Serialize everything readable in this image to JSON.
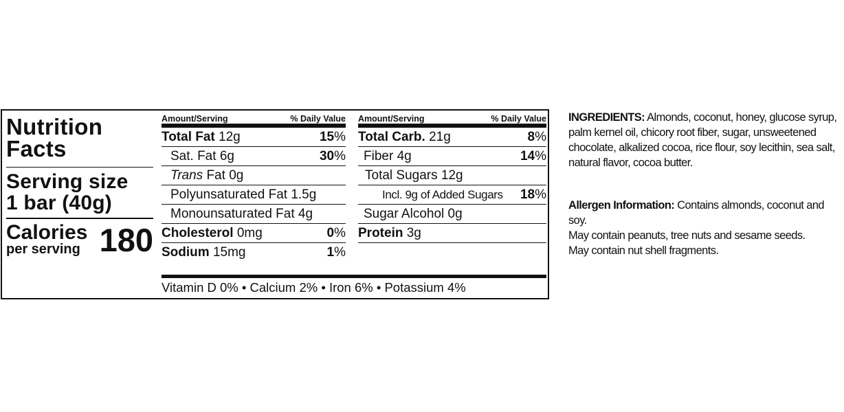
{
  "label": {
    "title_line1": "Nutrition",
    "title_line2": "Facts",
    "serving_label": "Serving size",
    "serving_value": "1 bar (40g)",
    "calories_label": "Calories",
    "calories_sub": "per serving",
    "calories_value": "180",
    "left_col": {
      "hdr_amount": "Amount/Serving",
      "hdr_dv": "% Daily Value",
      "rows": [
        {
          "name": "Total Fat",
          "amount": "12g",
          "dv": "15",
          "pct_sign": "%"
        },
        {
          "name": "Sat. Fat",
          "amount": "6g",
          "dv": "30",
          "pct_sign": "%"
        },
        {
          "name_italic": "Trans",
          "name": "Fat",
          "amount": "0g"
        },
        {
          "name": "Polyunsaturated Fat",
          "amount": "1.5g"
        },
        {
          "name": "Monounsaturated Fat",
          "amount": "4g"
        },
        {
          "name": "Cholesterol",
          "amount": "0mg",
          "dv": "0",
          "pct_sign": "%"
        },
        {
          "name": "Sodium",
          "amount": "15mg",
          "dv": "1",
          "pct_sign": "%"
        }
      ]
    },
    "right_col": {
      "hdr_amount": "Amount/Serving",
      "hdr_dv": "% Daily Value",
      "rows": [
        {
          "name": "Total Carb.",
          "amount": "21g",
          "dv": "8",
          "pct_sign": "%"
        },
        {
          "name": "Fiber",
          "amount": "4g",
          "dv": "14",
          "pct_sign": "%"
        },
        {
          "name": "Total Sugars",
          "amount": "12g"
        },
        {
          "text": "Incl. 9g of Added Sugars",
          "dv": "18",
          "pct_sign": "%"
        },
        {
          "name": "Sugar Alcohol",
          "amount": "0g"
        },
        {
          "name": "Protein",
          "amount": "3g"
        }
      ]
    },
    "vitamins": "Vitamin D 0% • Calcium 2% • Iron 6% • Potassium 4%"
  },
  "ingredients": {
    "heading": "INGREDIENTS:",
    "text": "Almonds, coconut, honey, glucose syrup, palm kernel oil, chicory root fiber, sugar, unsweetened chocolate, alkalized cocoa, rice flour, soy lecithin, sea salt, natural flavor, cocoa butter."
  },
  "allergen": {
    "heading": "Allergen Information:",
    "line1": "Contains almonds, coconut and soy.",
    "line2": "May contain peanuts, tree nuts and sesame seeds.",
    "line3": "May contain nut shell fragments."
  }
}
